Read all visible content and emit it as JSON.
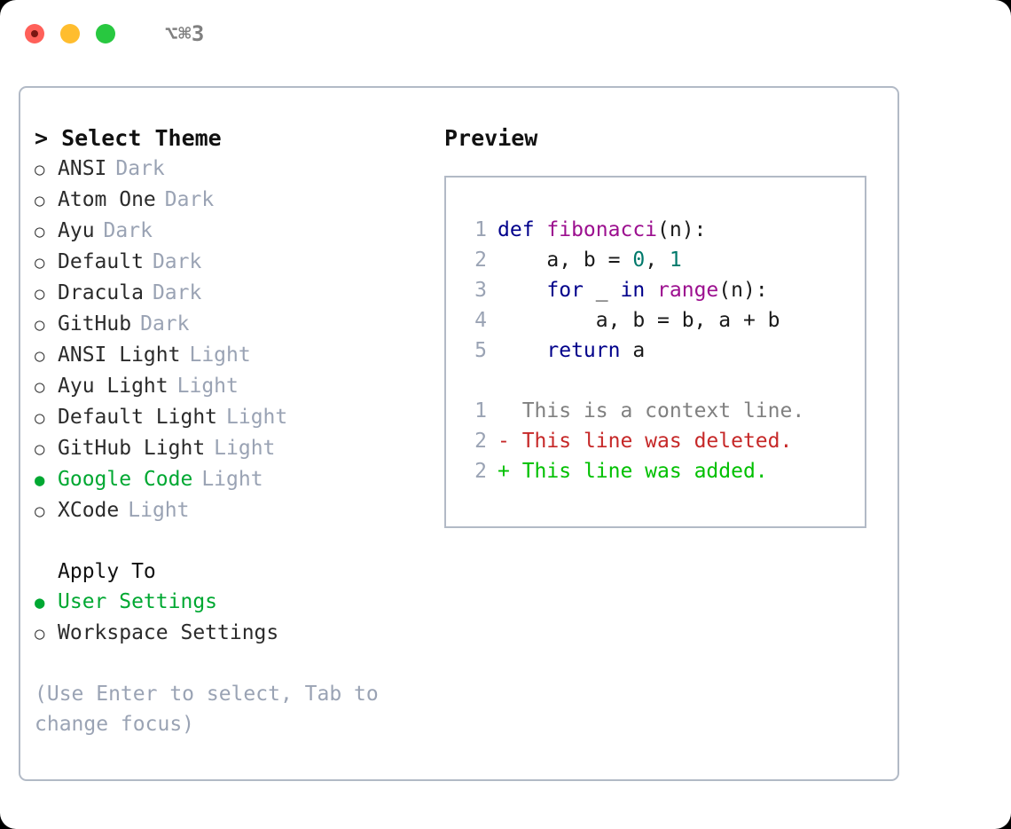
{
  "titlebar": {
    "shortcut": "⌥⌘3",
    "lights": [
      {
        "name": "close",
        "color": "#FF6059"
      },
      {
        "name": "minimize",
        "color": "#FFBD2E"
      },
      {
        "name": "maximize",
        "color": "#28C840"
      }
    ]
  },
  "theme_picker": {
    "heading": "> Select Theme",
    "bullet_unselected": "○",
    "bullet_selected": "●",
    "items": [
      {
        "label": "ANSI",
        "tag": "Dark",
        "selected": false
      },
      {
        "label": "Atom One",
        "tag": "Dark",
        "selected": false
      },
      {
        "label": "Ayu",
        "tag": "Dark",
        "selected": false
      },
      {
        "label": "Default",
        "tag": "Dark",
        "selected": false
      },
      {
        "label": "Dracula",
        "tag": "Dark",
        "selected": false
      },
      {
        "label": "GitHub",
        "tag": "Dark",
        "selected": false
      },
      {
        "label": "ANSI Light",
        "tag": "Light",
        "selected": false
      },
      {
        "label": "Ayu Light",
        "tag": "Light",
        "selected": false
      },
      {
        "label": "Default Light",
        "tag": "Light",
        "selected": false
      },
      {
        "label": "GitHub Light",
        "tag": "Light",
        "selected": false
      },
      {
        "label": "Google Code",
        "tag": "Light",
        "selected": true
      },
      {
        "label": "XCode",
        "tag": "Light",
        "selected": false
      }
    ]
  },
  "apply_to": {
    "heading": "Apply To",
    "items": [
      {
        "label": "User Settings",
        "selected": true
      },
      {
        "label": "Workspace Settings",
        "selected": false
      }
    ]
  },
  "hint": "(Use Enter to select, Tab to change focus)",
  "preview": {
    "heading": "Preview",
    "code": [
      {
        "no": "1",
        "tokens": [
          {
            "t": "def ",
            "c": "kw"
          },
          {
            "t": "fibonacci",
            "c": "fn"
          },
          {
            "t": "(n):",
            "c": "pl"
          }
        ]
      },
      {
        "no": "2",
        "tokens": [
          {
            "t": "    a, b = ",
            "c": "pl"
          },
          {
            "t": "0",
            "c": "num"
          },
          {
            "t": ", ",
            "c": "pl"
          },
          {
            "t": "1",
            "c": "num"
          }
        ]
      },
      {
        "no": "3",
        "tokens": [
          {
            "t": "    ",
            "c": "pl"
          },
          {
            "t": "for",
            "c": "kw"
          },
          {
            "t": " _ ",
            "c": "pl"
          },
          {
            "t": "in",
            "c": "kw"
          },
          {
            "t": " ",
            "c": "pl"
          },
          {
            "t": "range",
            "c": "fn"
          },
          {
            "t": "(n):",
            "c": "pl"
          }
        ]
      },
      {
        "no": "4",
        "tokens": [
          {
            "t": "        a, b = b, a + b",
            "c": "pl"
          }
        ]
      },
      {
        "no": "5",
        "tokens": [
          {
            "t": "    ",
            "c": "pl"
          },
          {
            "t": "return",
            "c": "kw"
          },
          {
            "t": " a",
            "c": "pl"
          }
        ]
      }
    ],
    "diff": [
      {
        "no": "1",
        "marker": " ",
        "text": " This is a context line.",
        "kind": "ctx"
      },
      {
        "no": "2",
        "marker": "-",
        "text": " This line was deleted.",
        "kind": "del"
      },
      {
        "no": "2",
        "marker": "+",
        "text": " This line was added.",
        "kind": "add"
      }
    ]
  },
  "colors": {
    "accent_green": "#00a832",
    "muted": "#9aa3b4",
    "border": "#b2bac6",
    "keyword": "#00008b",
    "function": "#9c0f8f",
    "number": "#00796b",
    "diff_deleted": "#c62828",
    "diff_added": "#00c000",
    "diff_context": "#808080"
  }
}
